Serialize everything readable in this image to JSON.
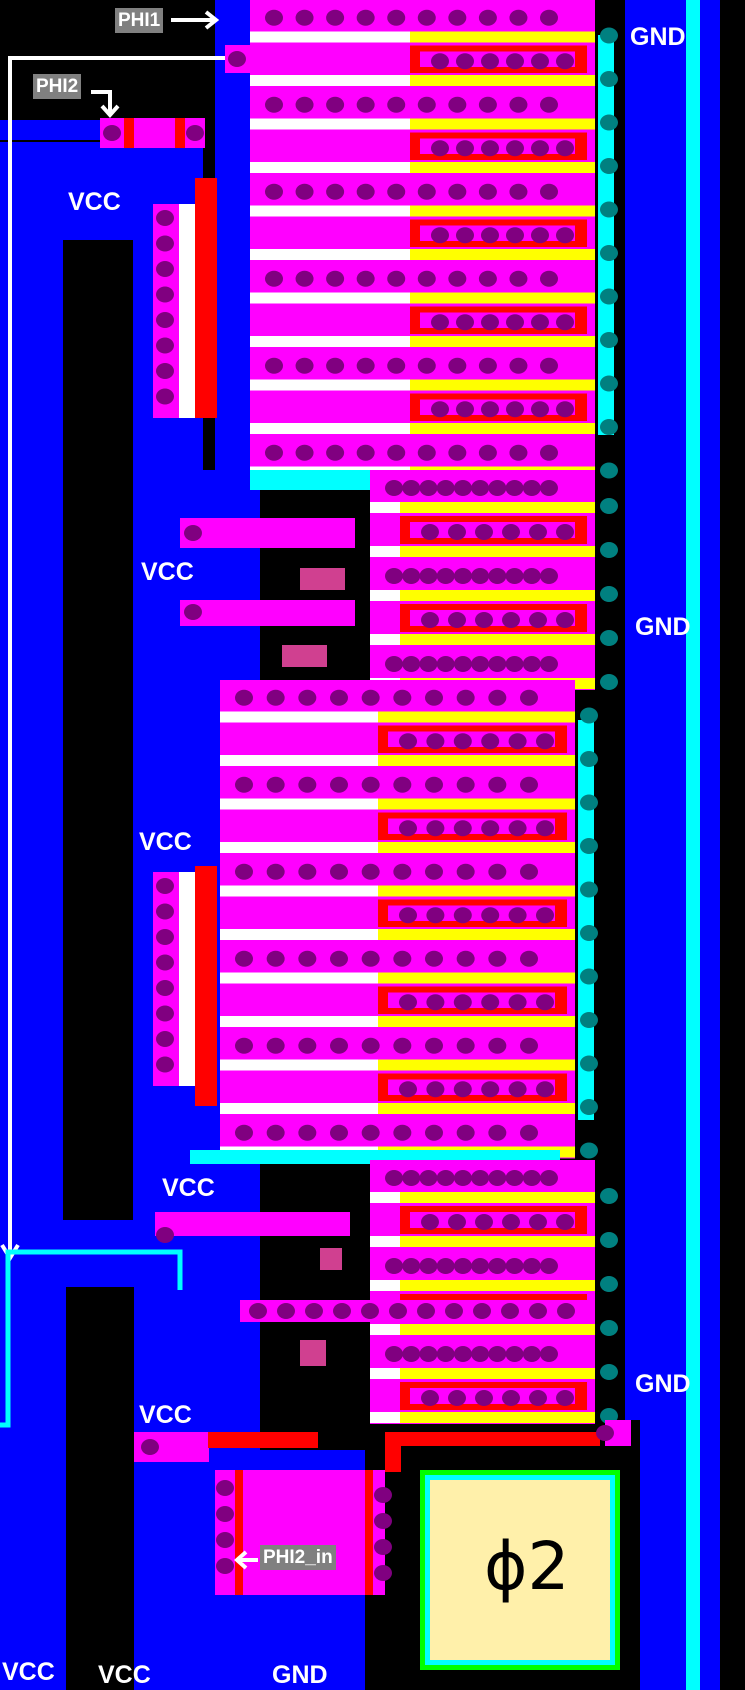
{
  "title": "Clock driver layout (PHI2)",
  "colors": {
    "background": "#000000",
    "metal1": "#0000FF",
    "poly": "#FF0000",
    "diffusion": "#FF00FF",
    "gate": "#FFFF00",
    "metal2": "#00FFFF",
    "contact": "#800080",
    "via": "#008080",
    "wire": "#FFFFFF",
    "pad_fill": "#FFF0AA",
    "pad_ring": "#00FF00",
    "tag_bg": "#808080"
  },
  "labels": {
    "phi1": "PHI1",
    "phi2": "PHI2",
    "phi2_in": "PHI2_in",
    "pad": "ϕ2"
  },
  "nets": {
    "vcc": [
      {
        "id": "vcc-1",
        "text": "VCC"
      },
      {
        "id": "vcc-2",
        "text": "VCC"
      },
      {
        "id": "vcc-3",
        "text": "VCC"
      },
      {
        "id": "vcc-4",
        "text": "VCC"
      },
      {
        "id": "vcc-5",
        "text": "VCC"
      },
      {
        "id": "vcc-6",
        "text": "VCC"
      },
      {
        "id": "vcc-7",
        "text": "VCC"
      }
    ],
    "gnd": [
      {
        "id": "gnd-1",
        "text": "GND"
      },
      {
        "id": "gnd-2",
        "text": "GND"
      },
      {
        "id": "gnd-3",
        "text": "GND"
      },
      {
        "id": "gnd-4",
        "text": "GND"
      }
    ]
  }
}
